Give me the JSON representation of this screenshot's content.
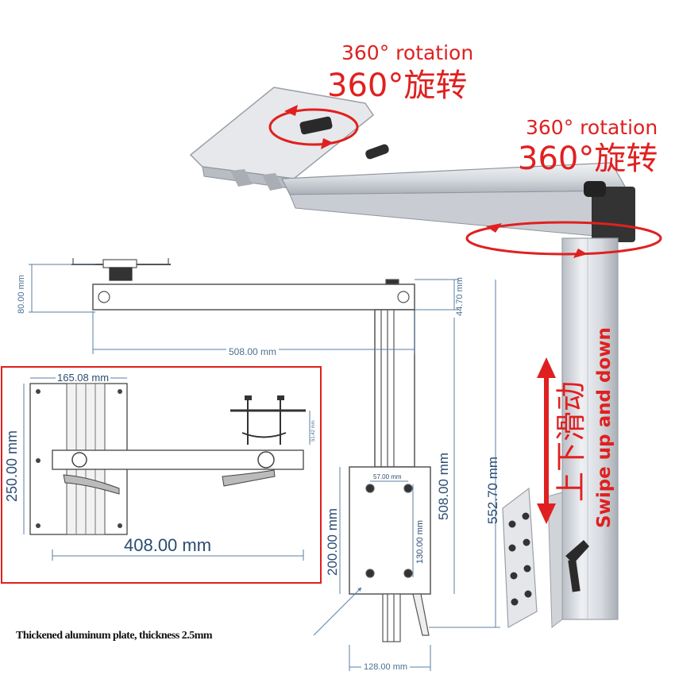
{
  "labels": {
    "rotation_top_en": "360° rotation",
    "rotation_top_cn": "360°旋转",
    "rotation_right_en": "360° rotation",
    "rotation_right_cn": "360°旋转",
    "slide_cn": "上下滑动",
    "slide_en": "Swipe up and down",
    "plate_note": "Thickened aluminum plate, thickness 2.5mm"
  },
  "dimensions": {
    "d80": "80.00 mm",
    "d44_70": "44.70 mm",
    "d508_h": "508.00 mm",
    "d165_08": "165.08 mm",
    "d250": "250.00 mm",
    "d408": "408.00 mm",
    "d51_42": "51.42 mm",
    "d57": "57.00 mm",
    "d200": "200.00 mm",
    "d130": "130.00 mm",
    "d508_v": "508.00 mm",
    "d552_70": "552.70 mm",
    "d128": "128.00 mm"
  },
  "colors": {
    "accent_red": "#e02020",
    "dimension_blue": "#4a6f92",
    "metal": "#d9dde2"
  }
}
